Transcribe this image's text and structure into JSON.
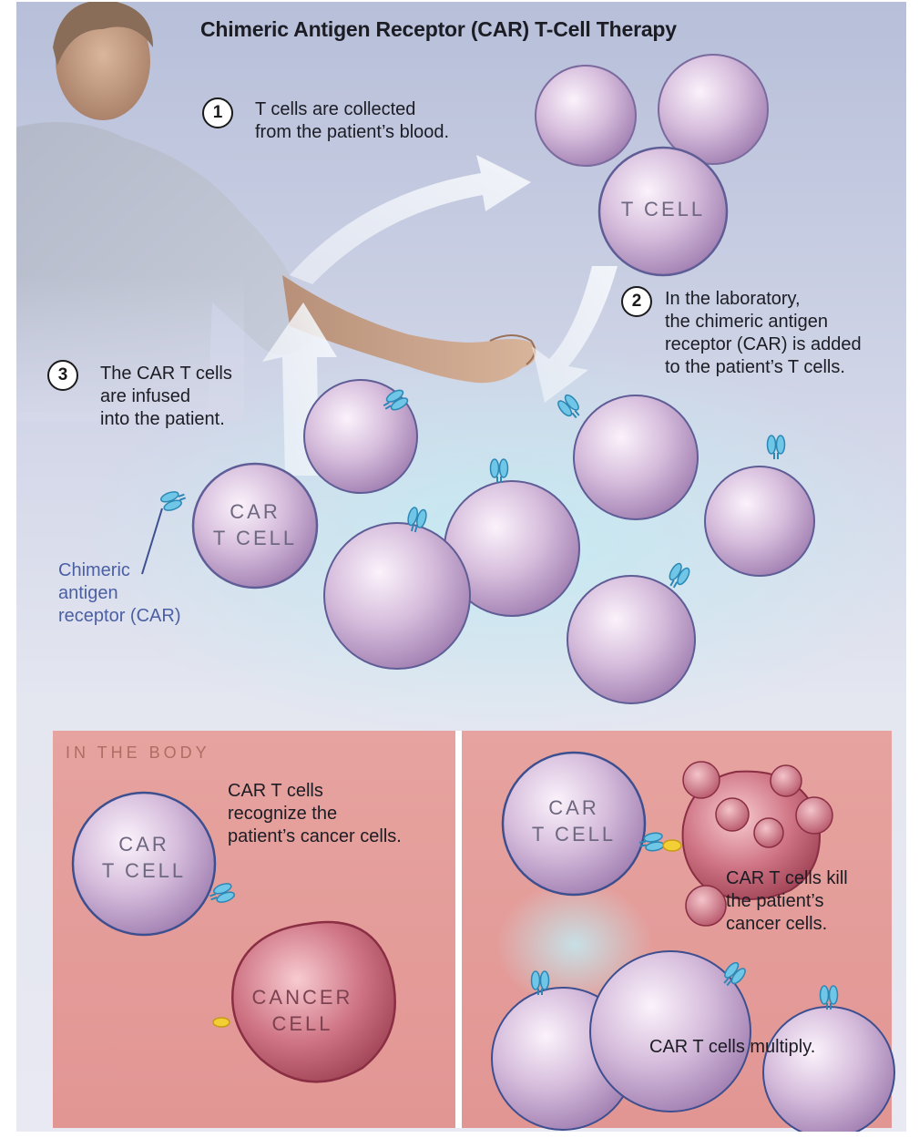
{
  "title": "Chimeric Antigen Receptor (CAR) T-Cell Therapy",
  "steps": [
    {
      "number": "1",
      "text": "T cells are collected\nfrom the patient’s blood."
    },
    {
      "number": "2",
      "text": "In the laboratory,\nthe chimeric antigen\nreceptor (CAR) is added\nto the patient’s T cells."
    },
    {
      "number": "3",
      "text": "The CAR T cells\nare infused\ninto the patient."
    }
  ],
  "labels": {
    "t_cell": "T CELL",
    "car_t_cell": "CAR\nT CELL",
    "cancer_cell": "CANCER\nCELL",
    "car_caption": "Chimeric\nantigen\nreceptor (CAR)"
  },
  "body_section": {
    "label": "IN THE BODY",
    "recognize_text": "CAR T cells\nrecognize the\npatient’s cancer cells.",
    "kill_text": "CAR T cells kill\nthe patient’s\ncancer cells.",
    "multiply_text": "CAR T cells multiply."
  },
  "colors": {
    "cell_purple": "#c4a6cf",
    "receptor_blue": "#5ab8dd",
    "cancer_red": "#b65466",
    "antigen_yellow": "#f2cf35",
    "panel_pink": "#e39b9a"
  }
}
